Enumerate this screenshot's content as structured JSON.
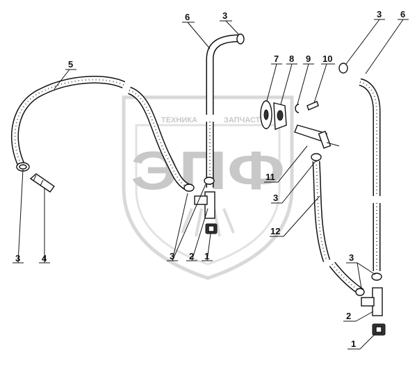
{
  "watermark": {
    "line1": "ТЕХНИКА",
    "line2": "ЗАПЧАСТИ",
    "logo": "ЭПФ"
  },
  "callouts": {
    "c1": "3",
    "c2": "4",
    "c3": "5",
    "c4": "3",
    "c5": "6",
    "c6": "3",
    "c7": "2",
    "c8": "1",
    "c9": "7",
    "c10": "8",
    "c11": "9",
    "c12": "10",
    "c13": "11",
    "c14": "3",
    "c15": "12",
    "c16": "3",
    "c17": "6",
    "c18": "3",
    "c19": "2",
    "c20": "1"
  }
}
